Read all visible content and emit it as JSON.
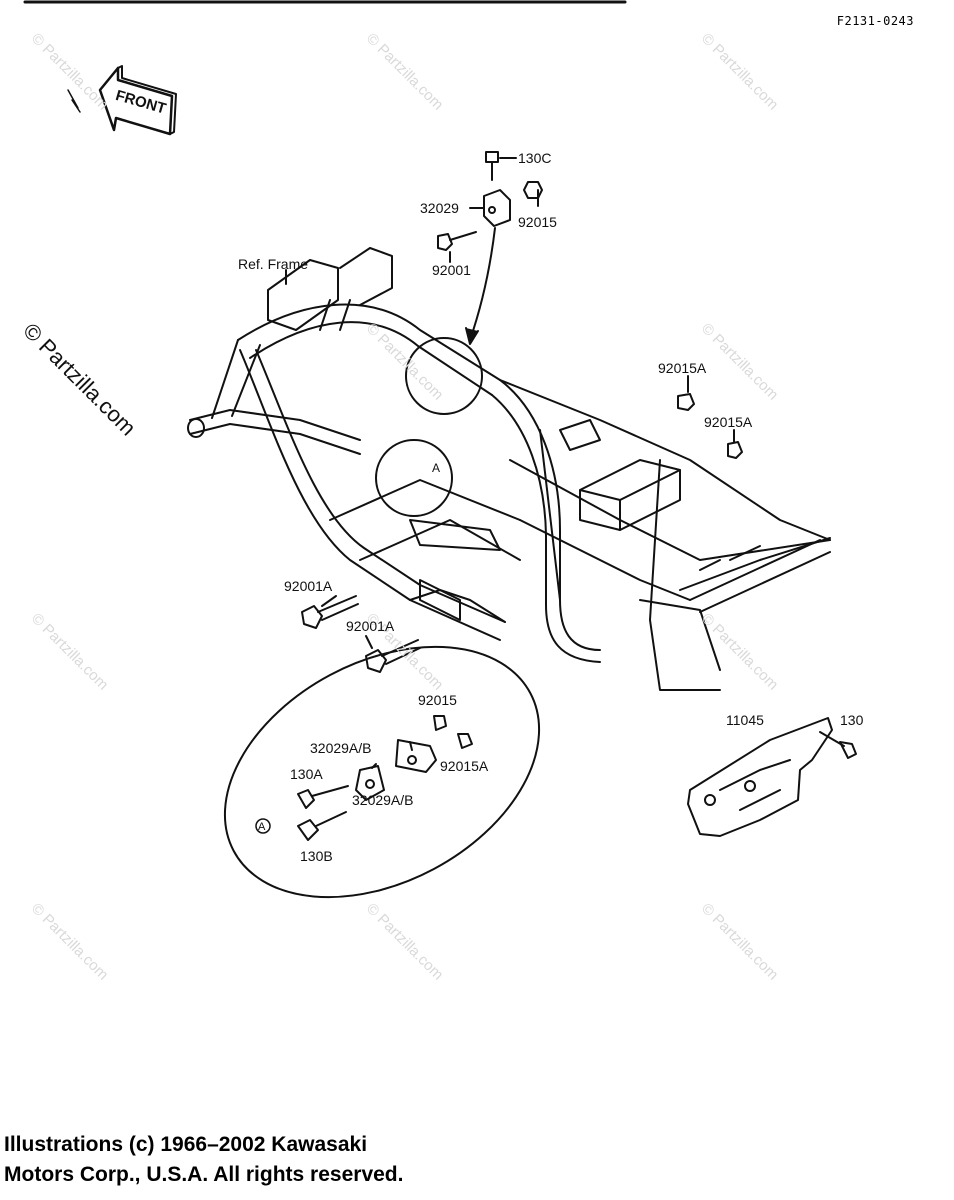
{
  "diagram_code": "F2131-0243",
  "front_arrow_label": "FRONT",
  "side_copyright": "© Partzilla.com",
  "watermark_text": "© Partzilla.com",
  "footer": {
    "line1": "Illustrations (c) 1966–2002 Kawasaki",
    "line2": "Motors Corp., U.S.A.  All rights reserved."
  },
  "labels": {
    "ref_frame": "Ref. Frame",
    "p130c": "130C",
    "p32029": "32029",
    "p92015_top": "92015",
    "p92001": "92001",
    "p92015a_1": "92015A",
    "p92015a_2": "92015A",
    "p92001a_1": "92001A",
    "p92001a_2": "92001A",
    "detail_a_main": "A",
    "detail_a_inset": "A",
    "p92015_inset": "92015",
    "p32029ab_1": "32029A/B",
    "p92015a_inset": "92015A",
    "p130a": "130A",
    "p32029ab_2": "32029A/B",
    "p130b": "130B",
    "p11045": "11045",
    "p130": "130"
  },
  "colors": {
    "line": "#111111",
    "watermark": "#d9d9d9"
  }
}
